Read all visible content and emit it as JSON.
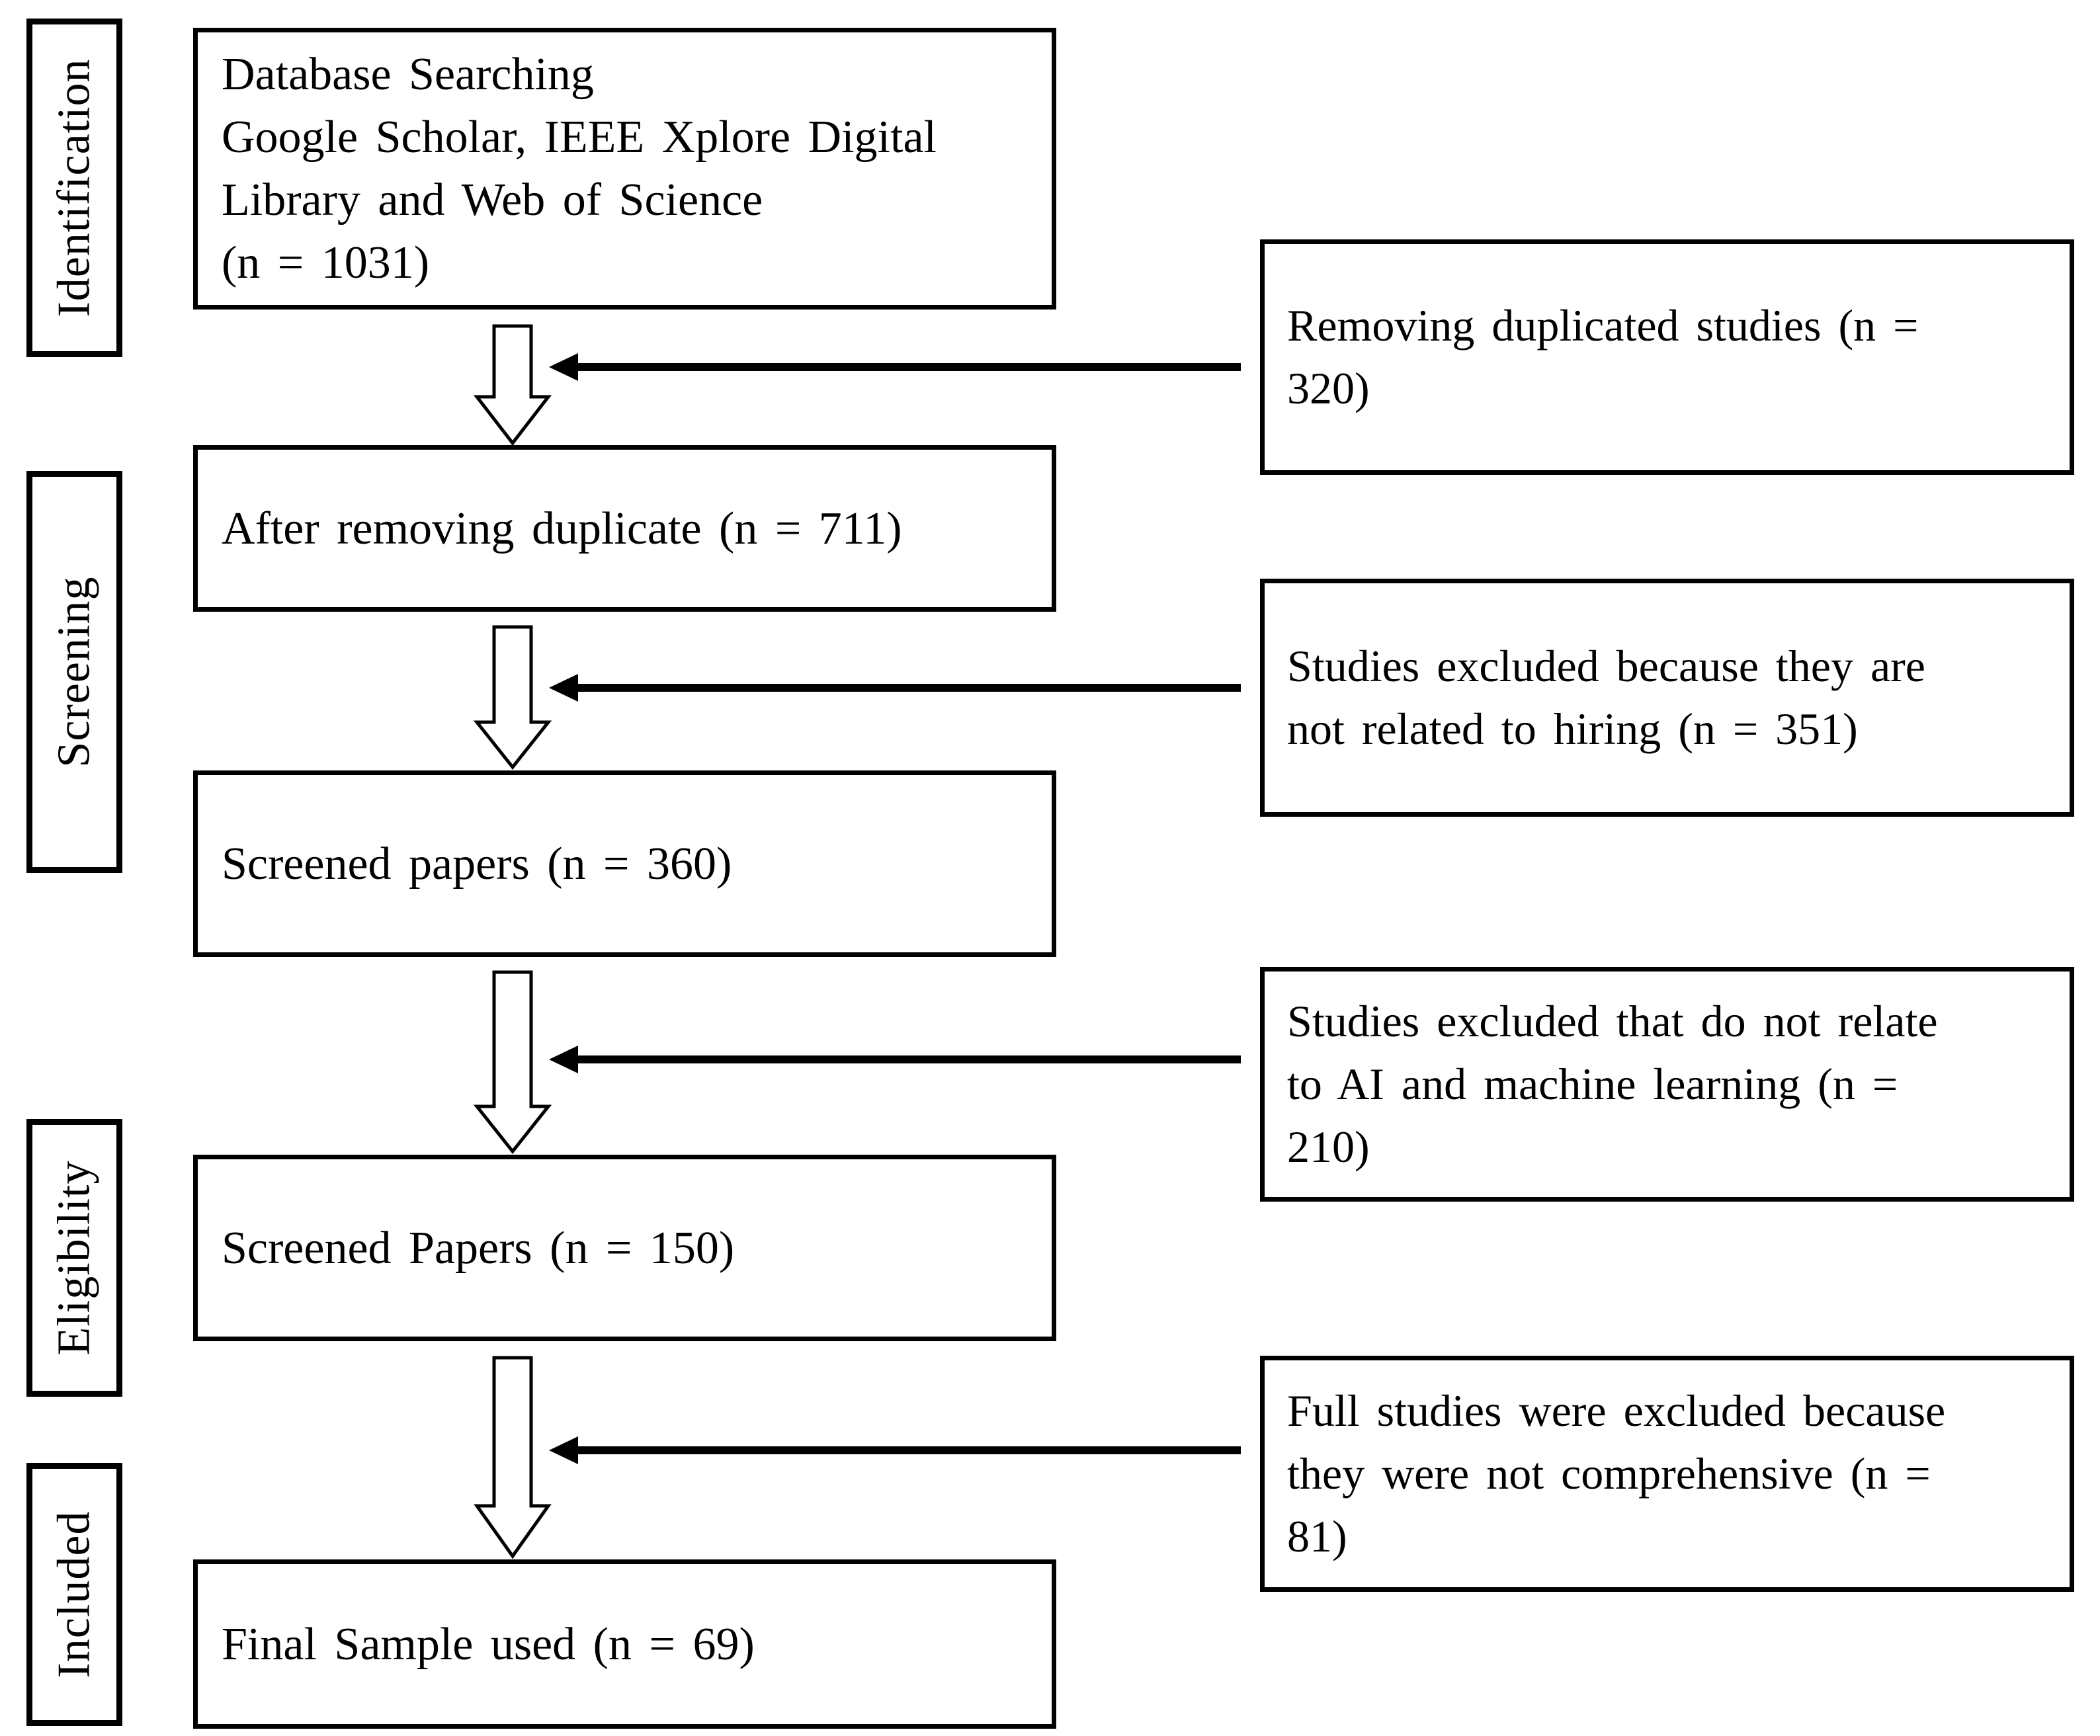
{
  "diagram": {
    "stages": [
      {
        "label": "Identification"
      },
      {
        "label": "Screening"
      },
      {
        "label": "Eligibility"
      },
      {
        "label": "Included"
      }
    ],
    "main_boxes": [
      {
        "text": "Database Searching\nGoogle Scholar, IEEE Xplore Digital\nLibrary and Web of Science\n(n = 1031)"
      },
      {
        "text": "After removing duplicate (n = 711)"
      },
      {
        "text": "Screened papers (n = 360)"
      },
      {
        "text": "Screened Papers (n = 150)"
      },
      {
        "text": "Final Sample used (n = 69)"
      }
    ],
    "side_boxes": [
      {
        "text": "Removing duplicated studies (n =\n320)"
      },
      {
        "text": "Studies excluded because they are\nnot related to hiring (n = 351)"
      },
      {
        "text": "Studies excluded that do not relate\nto AI and machine learning (n =\n210)"
      },
      {
        "text": "Full studies were excluded because\nthey were not comprehensive (n =\n81)"
      }
    ],
    "icons": {
      "down_arrow": "hollow-block-arrow-down",
      "side_arrow": "solid-arrow-left"
    },
    "colors": {
      "ink": "#000000",
      "background": "#ffffff"
    }
  }
}
